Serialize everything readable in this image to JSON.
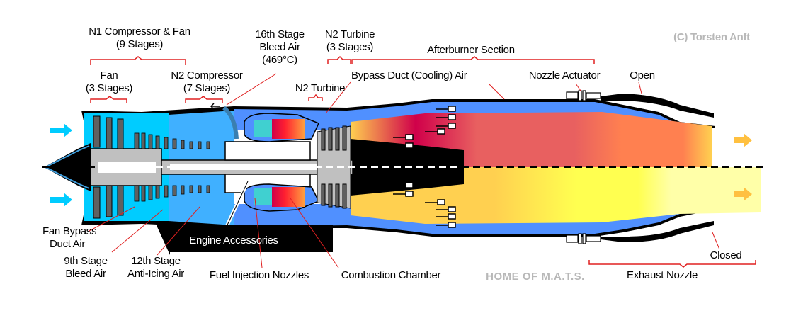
{
  "diagram": {
    "title": "Turbojet Engine with Afterburner",
    "copyright": "(C) Torsten Anft",
    "footer_mark": "HOME OF M.A.T.S.",
    "labels": {
      "n1_compressor_fan": "N1 Compressor & Fan",
      "n1_stages": "(9 Stages)",
      "fan": "Fan",
      "fan_stages": "(3 Stages)",
      "n2_compressor": "N2 Compressor",
      "n2_compressor_stages": "(7 Stages)",
      "bleed_16th_line1": "16th Stage",
      "bleed_16th_line2": "Bleed Air",
      "bleed_16th_line3": "(469°C)",
      "n2_turbine_top": "N2 Turbine",
      "n2_turbine_top_stages": "(3 Stages)",
      "n2_turbine": "N2 Turbine",
      "afterburner_section": "Afterburner Section",
      "bypass_duct": "Bypass Duct (Cooling) Air",
      "nozzle_actuator": "Nozzle Actuator",
      "open": "Open",
      "fan_bypass_line1": "Fan Bypass",
      "fan_bypass_line2": "Duct Air",
      "bleed_9th_line1": "9th Stage",
      "bleed_9th_line2": "Bleed Air",
      "bleed_12th_line1": "12th Stage",
      "bleed_12th_line2": "Anti-Icing Air",
      "engine_accessories": "Engine Accessories",
      "fuel_injection": "Fuel Injection Nozzles",
      "combustion_chamber": "Combustion Chamber",
      "closed": "Closed",
      "exhaust_nozzle": "Exhaust Nozzle"
    },
    "colors": {
      "bracket": "#e02020",
      "intake_air": "#00ccff",
      "bypass_air": "#5090ff",
      "compressor_air": "#40b0ff",
      "metal_dark": "#606060",
      "metal_light": "#c0c0c0",
      "hot_red": "#d0004a",
      "hot_salmon": "#e86060",
      "hot_orange": "#ff8050",
      "warm_yellow": "#ffd050",
      "bright_yellow": "#ffff50",
      "pale_yellow": "#ffffa8",
      "exhaust_arrow": "#ffc040",
      "watermark": "#b8b8b8"
    }
  }
}
